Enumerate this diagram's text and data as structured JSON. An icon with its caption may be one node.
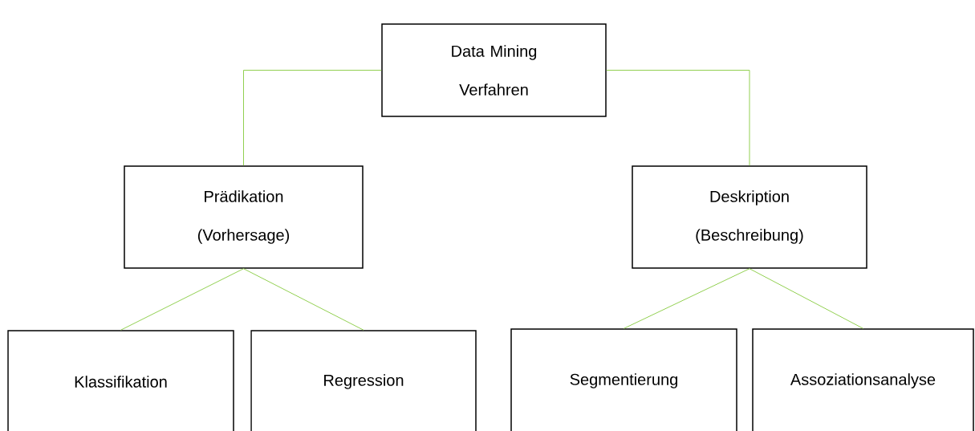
{
  "diagram": {
    "nodes": [
      {
        "text": [
          "Data Mining Verfahren"
        ]
      },
      {
        "text": [
          "Prädikation (Vorhersage)"
        ]
      },
      {
        "text": [
          "Deskription (Beschreibung)"
        ]
      },
      {
        "text": [
          "Klassifikation"
        ]
      },
      {
        "text": [
          "Regression"
        ]
      },
      {
        "text": [
          "Segmentierung"
        ]
      },
      {
        "text": [
          "Assoziationsanalyse"
        ]
      }
    ],
    "edges": [
      {
        "from": 0,
        "to": 1,
        "arrow": "none",
        "color": "#92d050"
      },
      {
        "from": 0,
        "to": 2,
        "arrow": "none",
        "color": "#92d050"
      },
      {
        "from": 1,
        "to": 3,
        "arrow": "none",
        "color": "#92d050"
      },
      {
        "from": 1,
        "to": 4,
        "arrow": "none",
        "color": "#92d050"
      },
      {
        "from": 2,
        "to": 5,
        "arrow": "none",
        "color": "#92d050"
      },
      {
        "from": 2,
        "to": 6,
        "arrow": "none",
        "color": "#92d050"
      }
    ]
  }
}
